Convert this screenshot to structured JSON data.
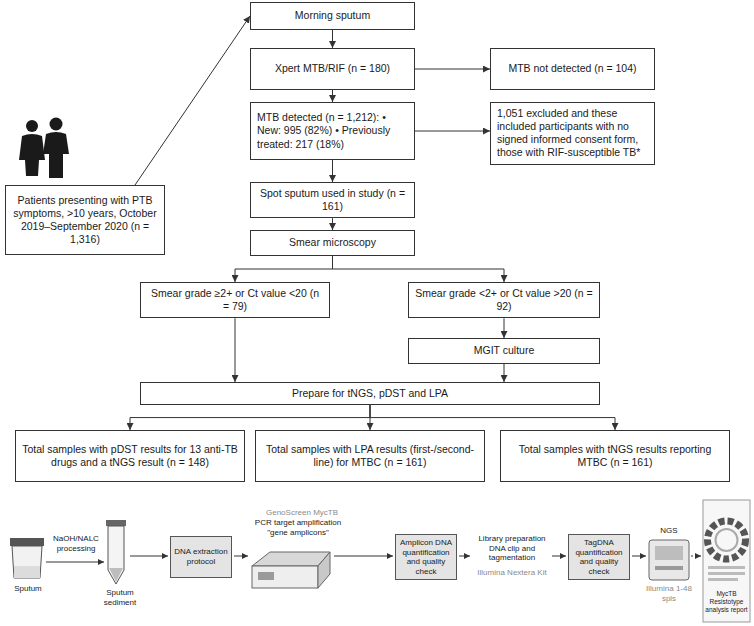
{
  "diagram": {
    "nodes": [
      {
        "text": [
          "Patients presenting with PTB symptoms, >10 years, October 2019–September 2020 (n = 1,316)"
        ]
      },
      {
        "text": [
          "Morning sputum"
        ]
      },
      {
        "text": [
          "Xpert MTB/RIF (n = 180)"
        ]
      },
      {
        "text": [
          "MTB not detected (n = 104)"
        ]
      },
      {
        "text": [
          "MTB detected (n = 1,212): • New: 995 (82%) • Previously treated: 217 (18%)"
        ]
      },
      {
        "text": [
          "1,051 excluded and these included participants with no signed informed consent form, those with RIF-susceptible TB*"
        ]
      },
      {
        "text": [
          "Spot sputum used in study (n = 161)"
        ]
      },
      {
        "text": [
          "Smear microscopy"
        ]
      },
      {
        "text": [
          "Smear grade ≥2+ or Ct value <20 (n = 79)"
        ]
      },
      {
        "text": [
          "Smear grade <2+ or Ct value >20 (n = 92)"
        ]
      },
      {
        "text": [
          "MGIT culture"
        ]
      },
      {
        "text": [
          "Prepare for tNGS, pDST and LPA"
        ]
      },
      {
        "text": [
          "Total samples with pDST results for 13 anti-TB drugs and a tNGS result (n = 148)"
        ]
      },
      {
        "text": [
          "Total samples with LPA results (first-/second-line) for MTBC (n = 161)"
        ]
      },
      {
        "text": [
          "Total samples with tNGS results reporting MTBC (n = 161)"
        ]
      },
      {
        "text": [
          "DNA extraction protocol"
        ]
      },
      {
        "text": [
          "Amplicon DNA quantification and quality check"
        ]
      },
      {
        "text": [
          "TagDNA quantification and quality check"
        ]
      }
    ],
    "edges": [
      {
        "from": 0,
        "to": 1,
        "arrow": "to"
      },
      {
        "from": 1,
        "to": 2,
        "arrow": "to"
      },
      {
        "from": 2,
        "to": 3,
        "arrow": "to"
      },
      {
        "from": 2,
        "to": 4,
        "arrow": "to"
      },
      {
        "from": 4,
        "to": 5,
        "arrow": "to"
      },
      {
        "from": 4,
        "to": 6,
        "arrow": "to"
      },
      {
        "from": 6,
        "to": 7,
        "arrow": "to"
      },
      {
        "from": 7,
        "to": 8,
        "arrow": "to"
      },
      {
        "from": 7,
        "to": 9,
        "arrow": "to"
      },
      {
        "from": 9,
        "to": 10,
        "arrow": "to"
      },
      {
        "from": 8,
        "to": 11,
        "arrow": "to"
      },
      {
        "from": 10,
        "to": 11,
        "arrow": "to"
      },
      {
        "from": 11,
        "to": 12,
        "arrow": "to"
      },
      {
        "from": 11,
        "to": 13,
        "arrow": "to"
      },
      {
        "from": 11,
        "to": 14,
        "arrow": "to"
      }
    ],
    "labels": [
      "Sputum",
      "NaOH/NALC processing",
      "Sputum sediment",
      "GenoScreen MycTB",
      "PCR target amplification \"gene amplicons\"",
      "Library preparation DNA clip and tagmentation",
      "Illumina Nextera Kit",
      "NGS",
      "Illumina 1-48 spls",
      "MycTB Resistotype analysis report"
    ]
  }
}
